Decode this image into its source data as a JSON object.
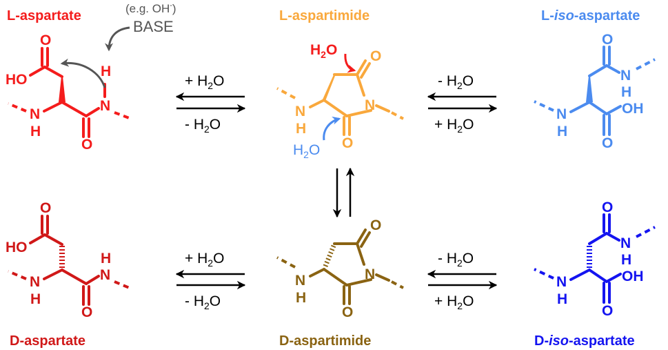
{
  "compounds": {
    "l_aspartate": {
      "label": "L-aspartate",
      "color": "#f41c1c"
    },
    "l_aspartimide": {
      "label": "L-aspartimide",
      "color": "#f9a83c"
    },
    "l_iso_aspartate": {
      "label_prefix": "L-",
      "label_iso": "iso",
      "label_suffix": "-aspartate",
      "color": "#4b8bef"
    },
    "d_aspartate": {
      "label": "D-aspartate",
      "color": "#d01818"
    },
    "d_aspartimide": {
      "label": "D-aspartimide",
      "color": "#8a6312"
    },
    "d_iso_aspartate": {
      "label_prefix": "D-",
      "label_iso": "iso",
      "label_suffix": "-aspartate",
      "color": "#1414f0"
    }
  },
  "base": {
    "example": "(e.g. OH",
    "example_sup": "-",
    "example_close": ")",
    "label": "BASE",
    "color": "#555555"
  },
  "atoms": {
    "O": "O",
    "HO": "HO",
    "OH": "OH",
    "N": "N",
    "H": "H"
  },
  "water": {
    "h": "H",
    "sub": "2",
    "o": "O"
  },
  "conditions": {
    "plus": "+ ",
    "minus": "- "
  }
}
